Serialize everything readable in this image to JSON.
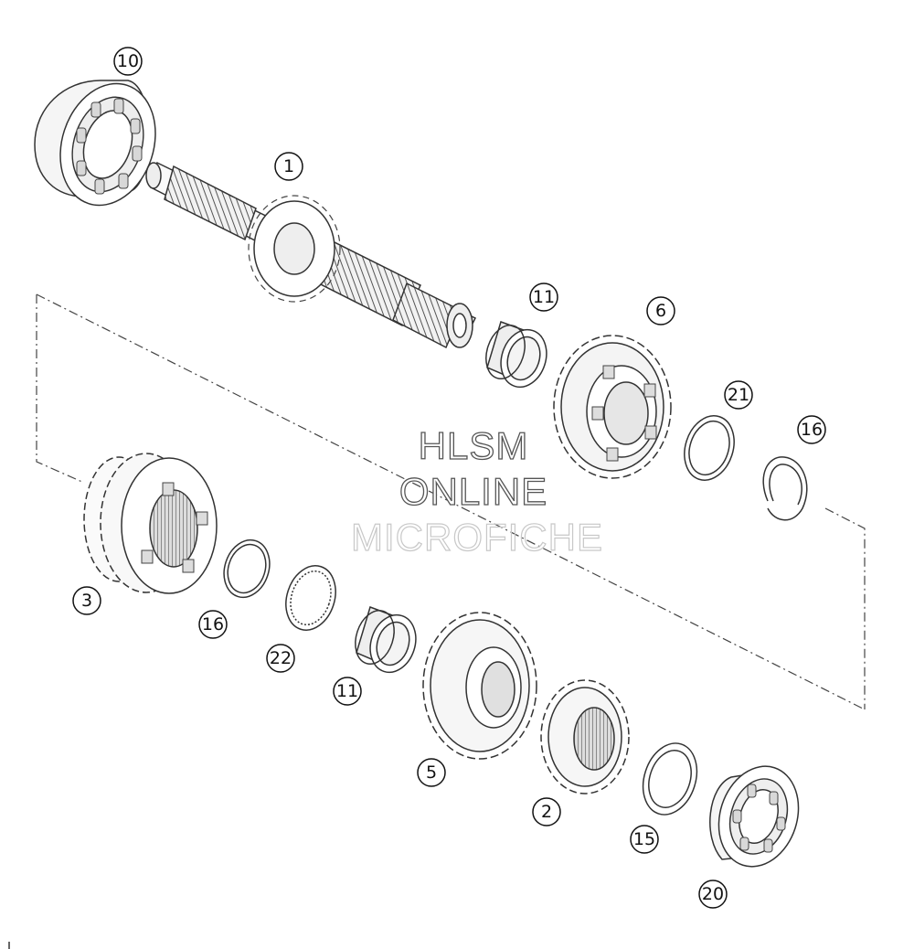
{
  "watermark": {
    "line1": "HLSM",
    "line2": "ONLINE",
    "line3": "MICROFICHE"
  },
  "callouts": [
    {
      "id": "c10a",
      "label": "10"
    },
    {
      "id": "c1",
      "label": "1"
    },
    {
      "id": "c11a",
      "label": "11"
    },
    {
      "id": "c6",
      "label": "6"
    },
    {
      "id": "c21",
      "label": "21"
    },
    {
      "id": "c16a",
      "label": "16"
    },
    {
      "id": "c3",
      "label": "3"
    },
    {
      "id": "c16b",
      "label": "16"
    },
    {
      "id": "c22",
      "label": "22"
    },
    {
      "id": "c11b",
      "label": "11"
    },
    {
      "id": "c5",
      "label": "5"
    },
    {
      "id": "c2",
      "label": "2"
    },
    {
      "id": "c15",
      "label": "15"
    },
    {
      "id": "c20",
      "label": "20"
    }
  ],
  "colors": {
    "line": "#333333",
    "shade": "#9a9a9a",
    "light": "#e6e6e6"
  }
}
